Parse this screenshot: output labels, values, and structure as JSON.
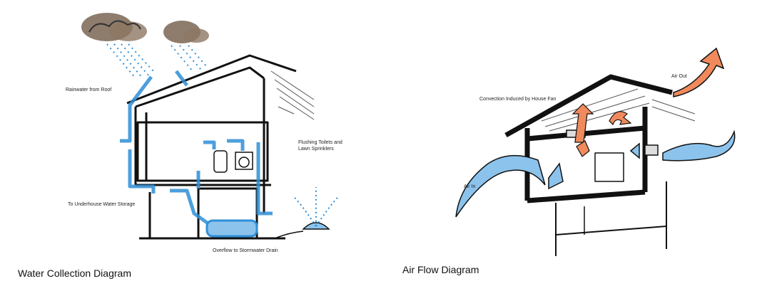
{
  "water_diagram": {
    "caption": "Water Collection Diagram",
    "labels": {
      "rainwater": "Rainwater from Roof",
      "flushing": "Flushing Toilets and\nLawn Sprinklers",
      "underhouse": "To Underhouse Water Storage",
      "overflow": "Overflow to Stormwater Drain"
    },
    "colors": {
      "water": "#2f8fd6",
      "cloud": "#6b5a4a",
      "ink": "#111111"
    }
  },
  "air_diagram": {
    "caption": "Air Flow Diagram",
    "labels": {
      "air_out": "Air Out",
      "convection": "Convection Induced by House Fan",
      "air_in": "Air In"
    },
    "colors": {
      "air_in": "#8cc3ec",
      "air_out": "#f08a5d",
      "ink": "#111111"
    }
  }
}
